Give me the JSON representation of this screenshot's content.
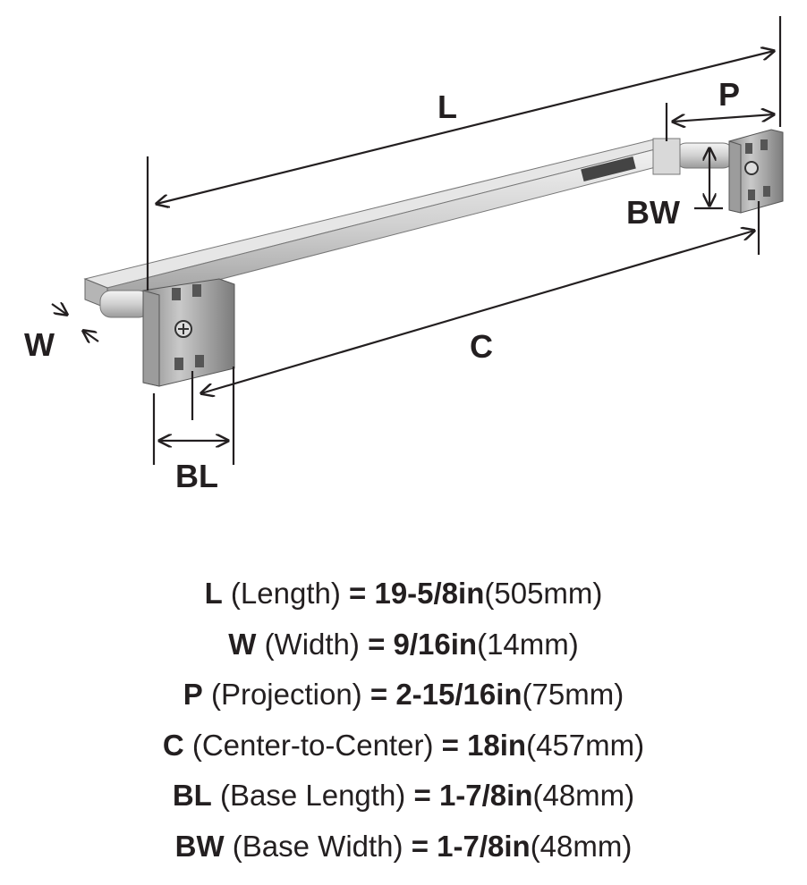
{
  "diagram": {
    "labels": {
      "L": "L",
      "P": "P",
      "BW": "BW",
      "W": "W",
      "C": "C",
      "BL": "BL"
    }
  },
  "specs": [
    {
      "code": "L",
      "name": "(Length)",
      "eq": "=",
      "imperial": "19-5/8in",
      "metric": "(505mm)"
    },
    {
      "code": "W",
      "name": "(Width)",
      "eq": "=",
      "imperial": "9/16in",
      "metric": "(14mm)"
    },
    {
      "code": "P",
      "name": "(Projection)",
      "eq": "=",
      "imperial": "2-15/16in",
      "metric": "(75mm)"
    },
    {
      "code": "C",
      "name": "(Center-to-Center)",
      "eq": "=",
      "imperial": "18in",
      "metric": "(457mm)"
    },
    {
      "code": "BL",
      "name": "(Base Length)",
      "eq": "=",
      "imperial": "1-7/8in",
      "metric": "(48mm)"
    },
    {
      "code": "BW",
      "name": "(Base Width)",
      "eq": "=",
      "imperial": "1-7/8in",
      "metric": "(48mm)"
    }
  ]
}
